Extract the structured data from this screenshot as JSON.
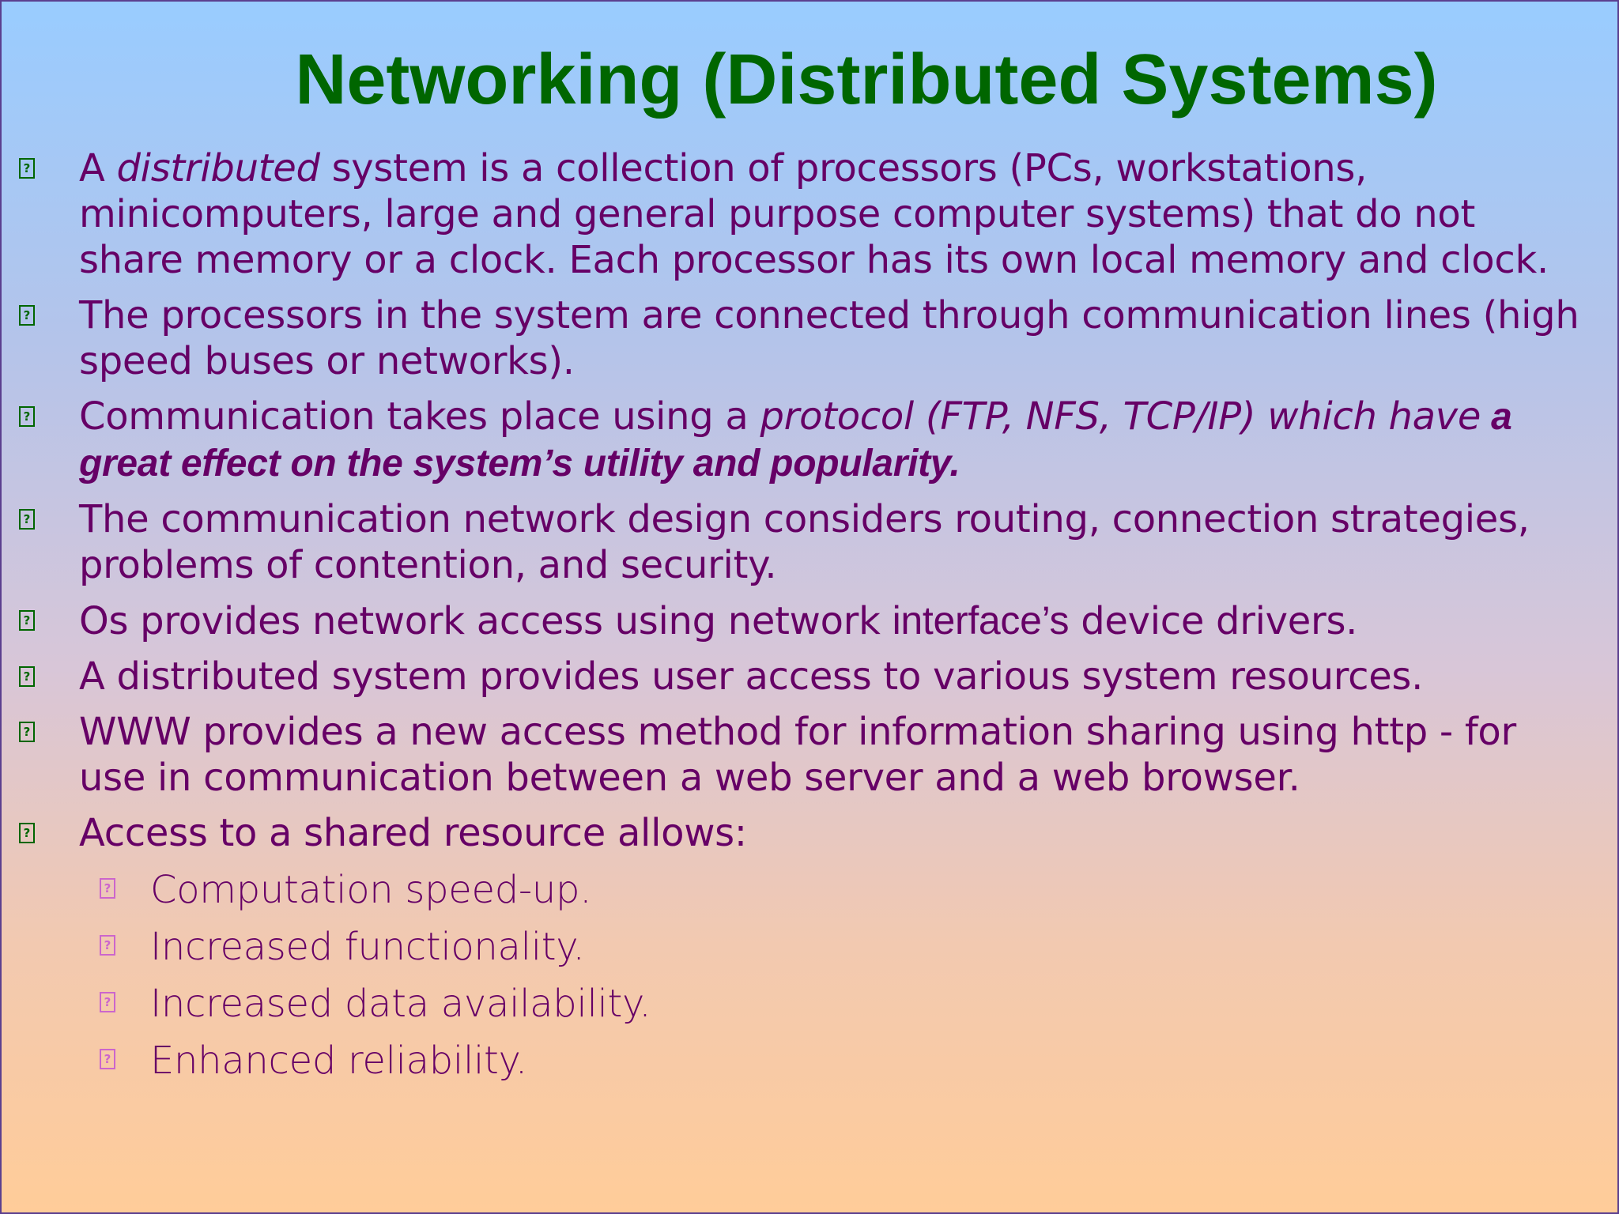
{
  "slide": {
    "title": "Networking (Distributed Systems)",
    "bullet_glyph": "?",
    "items": [
      {
        "pre": "A ",
        "em": "distributed",
        "post": " system is a collection of processors (PCs, workstations, minicomputers, large and general purpose computer systems) that do not share memory or a clock.  Each processor has its own local memory and clock."
      },
      {
        "text": "The processors in the system are connected through communication lines (high speed buses or networks)."
      },
      {
        "pre": "Communication takes place using a ",
        "em": "protocol (FTP, NFS, TCP/IP) which have",
        "strong_em": " a great effect on the system’s utility and popularity."
      },
      {
        "text": "The communication network design considers routing, connection strategies, problems of contention, and security."
      },
      {
        "pre": "Os provides network access using network ",
        "strong": "interface’s",
        "post": " device drivers."
      },
      {
        "text": "A distributed system provides user access to various system resources."
      },
      {
        "text": "WWW provides a new access method for information sharing using http - for use in communication between a web server and a web browser."
      },
      {
        "text": "Access to a shared resource allows:"
      }
    ],
    "sub_items": [
      "Computation speed-up.",
      "Increased functionality.",
      "Increased data availability.",
      "Enhanced reliability."
    ]
  },
  "colors": {
    "title": "#006600",
    "body_text": "#660066",
    "bullet_main": "#006600",
    "bullet_sub": "#cc66cc",
    "bg_top": "#99ccff",
    "bg_bottom": "#ffcc99"
  }
}
